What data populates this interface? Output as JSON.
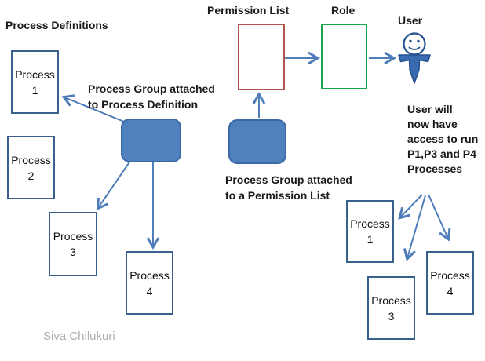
{
  "diagram": {
    "headings": {
      "process_definitions": "Process Definitions",
      "permission_list": "Permission List",
      "role": "Role",
      "user": "User"
    },
    "annotations": {
      "group_process_def_lines": [
        "Process Group attached",
        "to Process Definition"
      ],
      "group_permission_list_lines": [
        "Process Group attached",
        "to a Permission List"
      ],
      "user_access_lines": [
        "User will",
        "now have",
        "access to run",
        "P1,P3 and P4",
        "Processes"
      ]
    },
    "left_processes": [
      {
        "word": "Process",
        "num": "1"
      },
      {
        "word": "Process",
        "num": "2"
      },
      {
        "word": "Process",
        "num": "3"
      },
      {
        "word": "Process",
        "num": "4"
      }
    ],
    "right_processes": [
      {
        "word": "Process",
        "num": "1"
      },
      {
        "word": "Process",
        "num": "3"
      },
      {
        "word": "Process",
        "num": "4"
      }
    ],
    "watermark": "Siva Chilukuri",
    "icons": {
      "user": "user-icon"
    },
    "colors": {
      "process_box_border": "#3A608E",
      "permission_list_border": "#B5534F",
      "role_border": "#17A54B",
      "group_fill": "#4E81BD",
      "group_border": "#3C69A5",
      "arrow": "#4E7DBA",
      "user_icon_fill": "#3A6BB0",
      "user_icon_outline": "#24528F",
      "watermark_text": "#A9AEB5"
    }
  }
}
